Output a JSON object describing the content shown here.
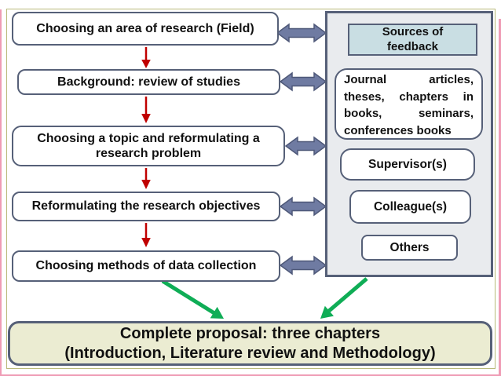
{
  "flow_steps": [
    "Choosing an area of research (Field)",
    "Background: review of studies",
    "Choosing a topic and reformulating a research problem",
    "Reformulating the research objectives",
    "Choosing methods of data collection"
  ],
  "feedback_panel": {
    "title": "Sources of feedback",
    "sources": [
      "Journal articles, theses, chapters in books, seminars, conferences books",
      "Supervisor(s)",
      "Colleague(s)",
      "Others"
    ]
  },
  "proposal": {
    "line1": "Complete proposal: three chapters",
    "line2": "(Introduction, Literature review and Methodology)"
  },
  "colors": {
    "flow_arrow_red": "#c00000",
    "link_arrow_slate": "#6f7ba2",
    "link_arrow_outline": "#4e5878",
    "merge_arrow_green": "#0fad56",
    "panel_bg": "#e9ebee",
    "panel_header_bg": "#c9dee3",
    "proposal_bg": "#ebecd2",
    "box_border": "#566078",
    "frame_olive": "#b9ba7a",
    "edge_pink": "#ef9cb5"
  }
}
